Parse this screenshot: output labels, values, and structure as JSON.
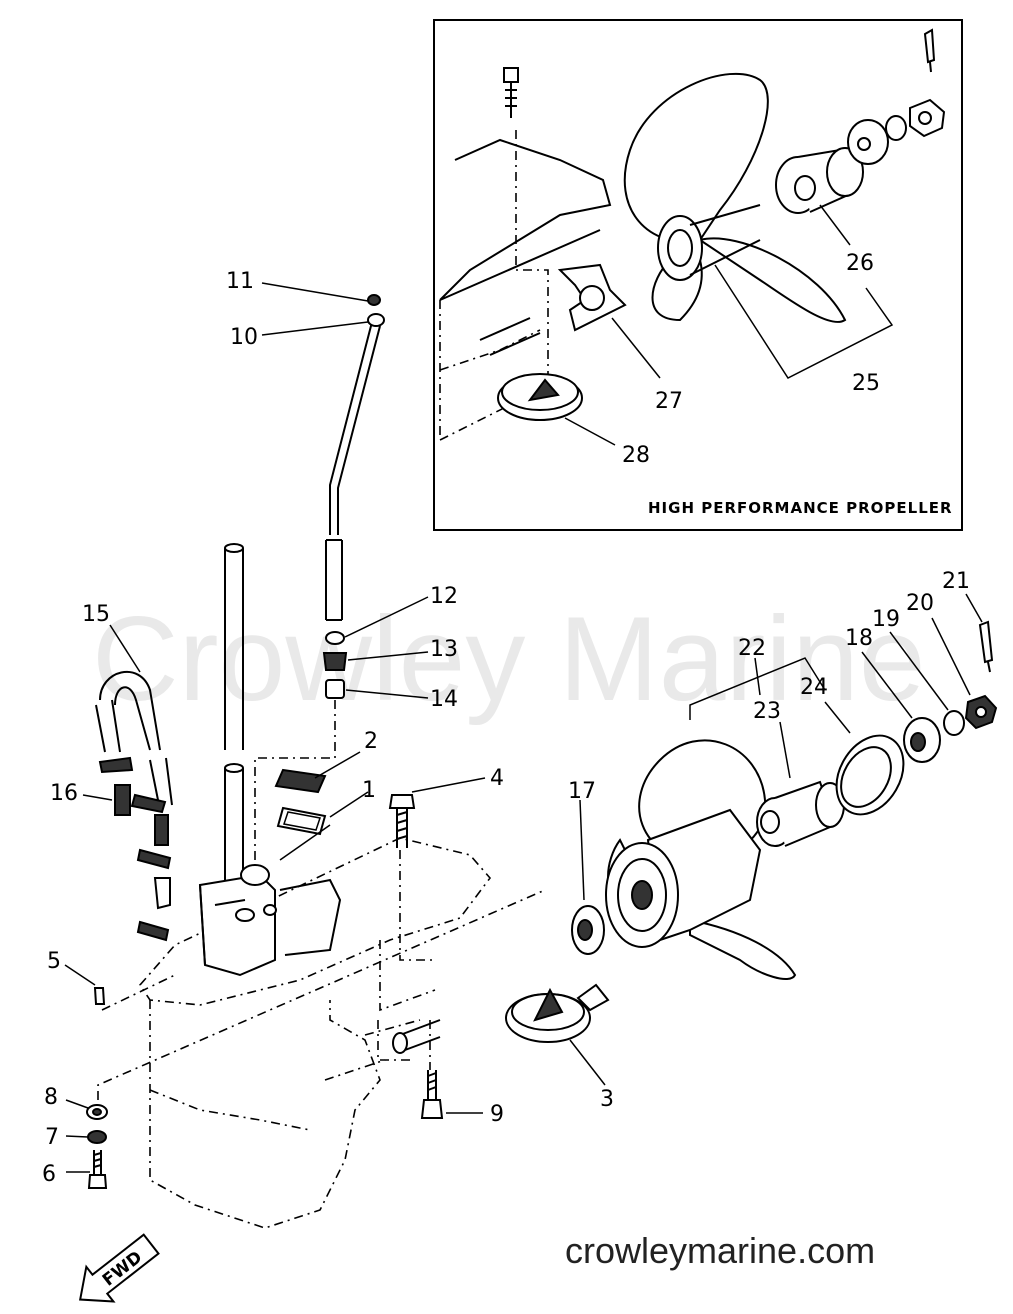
{
  "watermark": "Crowley Marine",
  "website": "crowleymarine.com",
  "fwd_arrow_text": "FWD",
  "inset": {
    "caption": "HIGH PERFORMANCE PROPELLER",
    "labels": {
      "p25": "25",
      "p26": "26",
      "p27": "27",
      "p28": "28"
    }
  },
  "labels": {
    "p1": "1",
    "p2": "2",
    "p3": "3",
    "p4": "4",
    "p5": "5",
    "p6": "6",
    "p7": "7",
    "p8": "8",
    "p9": "9",
    "p10": "10",
    "p11": "11",
    "p12": "12",
    "p13": "13",
    "p14": "14",
    "p15": "15",
    "p16": "16",
    "p17": "17",
    "p18": "18",
    "p19": "19",
    "p20": "20",
    "p21": "21",
    "p22": "22",
    "p23": "23",
    "p24": "24"
  }
}
